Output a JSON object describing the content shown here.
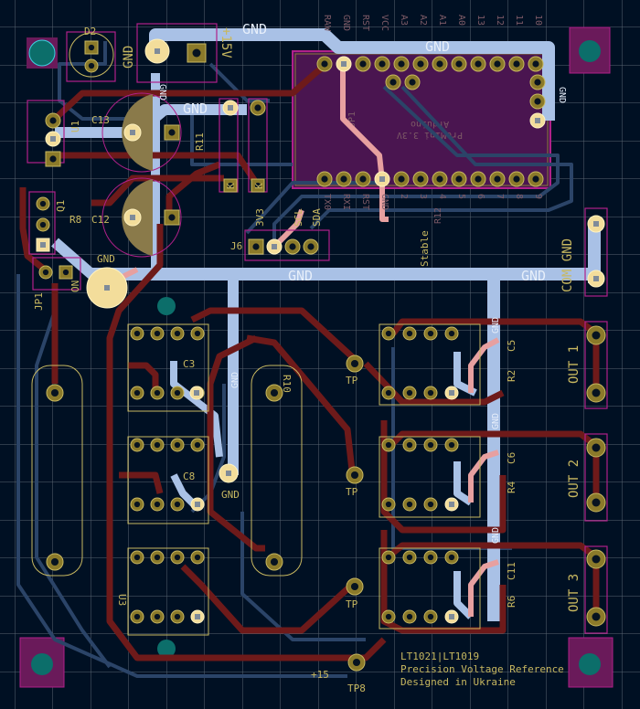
{
  "board": {
    "title": "LT1021|LT1019",
    "subtitle": "Precision Voltage Reference",
    "credit": "Designed in Ukraine"
  },
  "colors": {
    "background": "#001023",
    "gnd_plane": "#a9c1e6",
    "front_copper": "#6e1a1a",
    "back_copper": "#2b4468",
    "silkscreen": "#c8b860",
    "courtyard": "#b0208a",
    "highlight_track": "#e7a0a0"
  },
  "nets": {
    "gnd_top": "GND",
    "gnd_arduino": "GND",
    "gnd_arduino_side": "GND",
    "gnd_c13": "GND",
    "gnd_main_left": "GND",
    "gnd_main_right": "GND",
    "gnd_tp": "GND",
    "gnd_mid": "GND",
    "gnd_out1": "GND",
    "gnd_out2": "GND",
    "gnd_out3": "GND",
    "gnd_reg": "GND",
    "gnd_d2": "GND",
    "gnd_c12": "GND",
    "gnd_rail": "GND"
  },
  "components": {
    "d2": "D2",
    "plus15": "+15V",
    "u1": "U1",
    "c13": "C13",
    "r11": "R11",
    "q1": "Q1",
    "r8": "R8",
    "c12": "C12",
    "k1": "K",
    "k2": "K",
    "v3v3": "3V3",
    "scl": "SCL",
    "sda": "SDA",
    "j6": "J6",
    "jp1": "JP1",
    "on": "ON",
    "dp1": "DP1",
    "stable": "Stable",
    "r12": "R12",
    "com_gnd": "COM GND",
    "out1": "OUT 1",
    "out2": "OUT 2",
    "out3": "OUT 3",
    "r2": "R2",
    "c5": "C5",
    "r4": "R4",
    "c6": "C6",
    "r6": "R6",
    "c11": "C11",
    "r10": "R10",
    "c3": "C3",
    "c8": "C8",
    "u3": "U3",
    "tp8": "TP8",
    "tp8_val": "+15",
    "tp1": "TP",
    "tp2": "TP",
    "tp3": "TP"
  },
  "arduino": {
    "name": "Arduino",
    "variant": "ProMini 3.3V",
    "pins_top": [
      "RAW",
      "GND",
      "RST",
      "VCC",
      "A3",
      "A2",
      "A1",
      "A0",
      "13",
      "12",
      "11",
      "10"
    ],
    "pins_bottom": [
      "TX0",
      "RXI",
      "RST",
      "GND",
      "2",
      "3",
      "4",
      "5",
      "6",
      "7",
      "8",
      "9"
    ]
  }
}
